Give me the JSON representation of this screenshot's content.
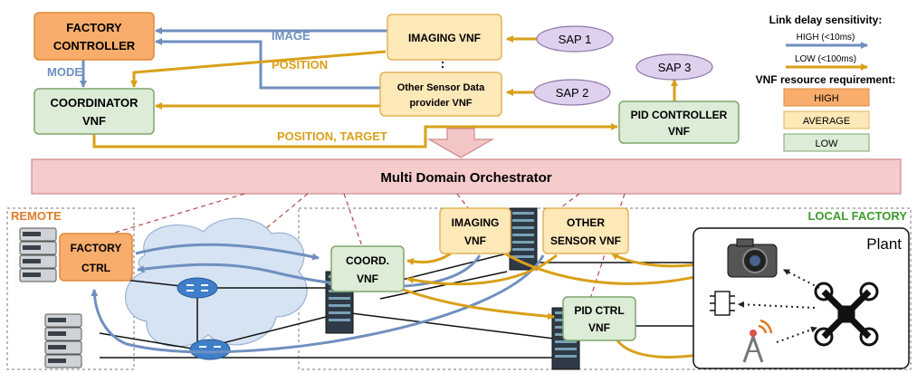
{
  "colors": {
    "orange_fill": "#f9ad6c",
    "orange_stroke": "#e08a3c",
    "yellow_fill": "#fde8b8",
    "yellow_stroke": "#e3b35a",
    "green_fill": "#dcecd7",
    "green_stroke": "#7fa56f",
    "purple_fill": "#dfd1ee",
    "purple_stroke": "#8e76a8",
    "blue_link": "#6f8fbf",
    "gold_link": "#d9a019",
    "orchestrator_fill": "#f6cbcb",
    "orchestrator_stroke": "#c98a8a",
    "remote_title": "#e07b25",
    "local_title": "#3c9a2c",
    "cloud_fill": "#d6e3f3",
    "dashed_red": "#b54a4a"
  },
  "top": {
    "factory_controller": [
      "FACTORY",
      "CONTROLLER"
    ],
    "coordinator": [
      "COORDINATOR",
      "VNF"
    ],
    "imaging": "IMAGING VNF",
    "dots": ":",
    "other_sensor": [
      "Other Sensor Data",
      "provider VNF"
    ],
    "pid_controller": [
      "PID CONTROLLER",
      "VNF"
    ],
    "sap1": "SAP 1",
    "sap2": "SAP 2",
    "sap3": "SAP 3",
    "link_image": "IMAGE",
    "link_mode": "MODE",
    "link_position": "POSITION",
    "link_position_target": "POSITION, TARGET"
  },
  "legend": {
    "delay_title": "Link delay sensitivity:",
    "high_delay": "HIGH (<10ms)",
    "low_delay": "LOW (<100ms)",
    "resource_title": "VNF resource requirement:",
    "high": "HIGH",
    "average": "AVERAGE",
    "low": "LOW"
  },
  "orchestrator": "Multi Domain Orchestrator",
  "bottom": {
    "remote": "REMOTE",
    "local_factory": "LOCAL FACTORY",
    "plant": "Plant",
    "factory_ctrl": [
      "FACTORY",
      "CTRL"
    ],
    "coord": [
      "COORD.",
      "VNF"
    ],
    "imaging": [
      "IMAGING",
      "VNF"
    ],
    "other_sensor": [
      "OTHER",
      "SENSOR VNF"
    ],
    "pid_ctrl": [
      "PID CTRL",
      "VNF"
    ]
  }
}
